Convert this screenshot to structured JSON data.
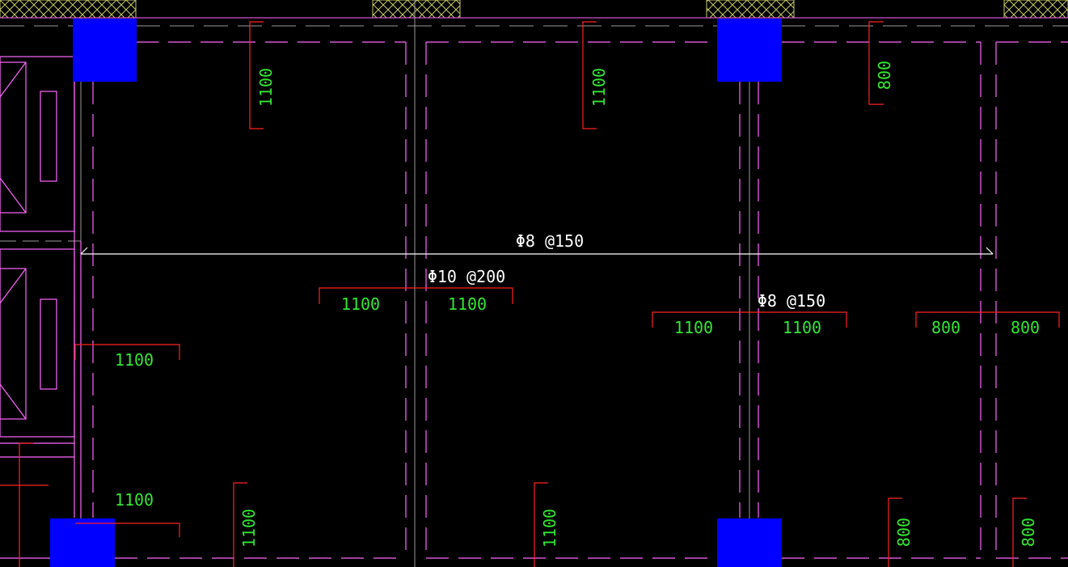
{
  "colors": {
    "background": "#000000",
    "wall_magenta": "#ff66ff",
    "column_blue": "#0000ff",
    "axis_grey": "#9a9a9a",
    "rebar_red": "#ff2222",
    "dimension_green": "#33e633",
    "rebar_label_white": "#ffffff",
    "hatch_yellow": "#c8c864"
  },
  "labels": {
    "bottom_bar_main": "Φ8 @150",
    "top_bar_mid": "Φ10 @200",
    "top_bar_right": "Φ8 @150",
    "dim_1100": "1100",
    "dim_800": "800"
  }
}
